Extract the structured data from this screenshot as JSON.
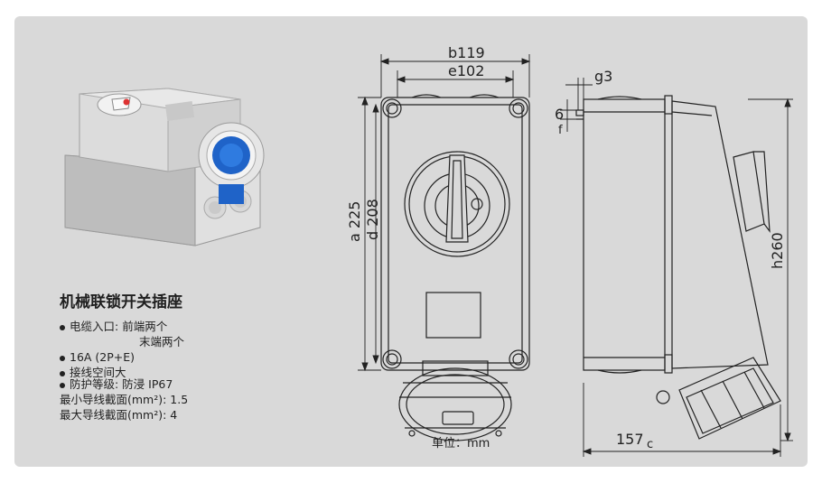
{
  "product": {
    "title": "机械联锁开关插座"
  },
  "specs": {
    "inlet_label": "电缆入口:",
    "inlet_front": "前端两个",
    "inlet_end": "末端两个",
    "rating": "16A (2P+E)",
    "wiring": "接线空间大",
    "protection": "防护等级:  防浸  IP67",
    "min_section": "最小导线截面(mm²): 1.5",
    "max_section": "最大导线截面(mm²): 4"
  },
  "dimensions": {
    "b": "b119",
    "e": "e102",
    "g": "g3",
    "six": "6",
    "f": "f",
    "a": "a 225",
    "d": "d 208",
    "h": "h260",
    "c": "157",
    "c_letter": "c"
  },
  "unit_label": "单位：mm",
  "colors": {
    "background": "#d9d9d9",
    "line": "#222222",
    "socket_blue": "#1f63c8"
  }
}
